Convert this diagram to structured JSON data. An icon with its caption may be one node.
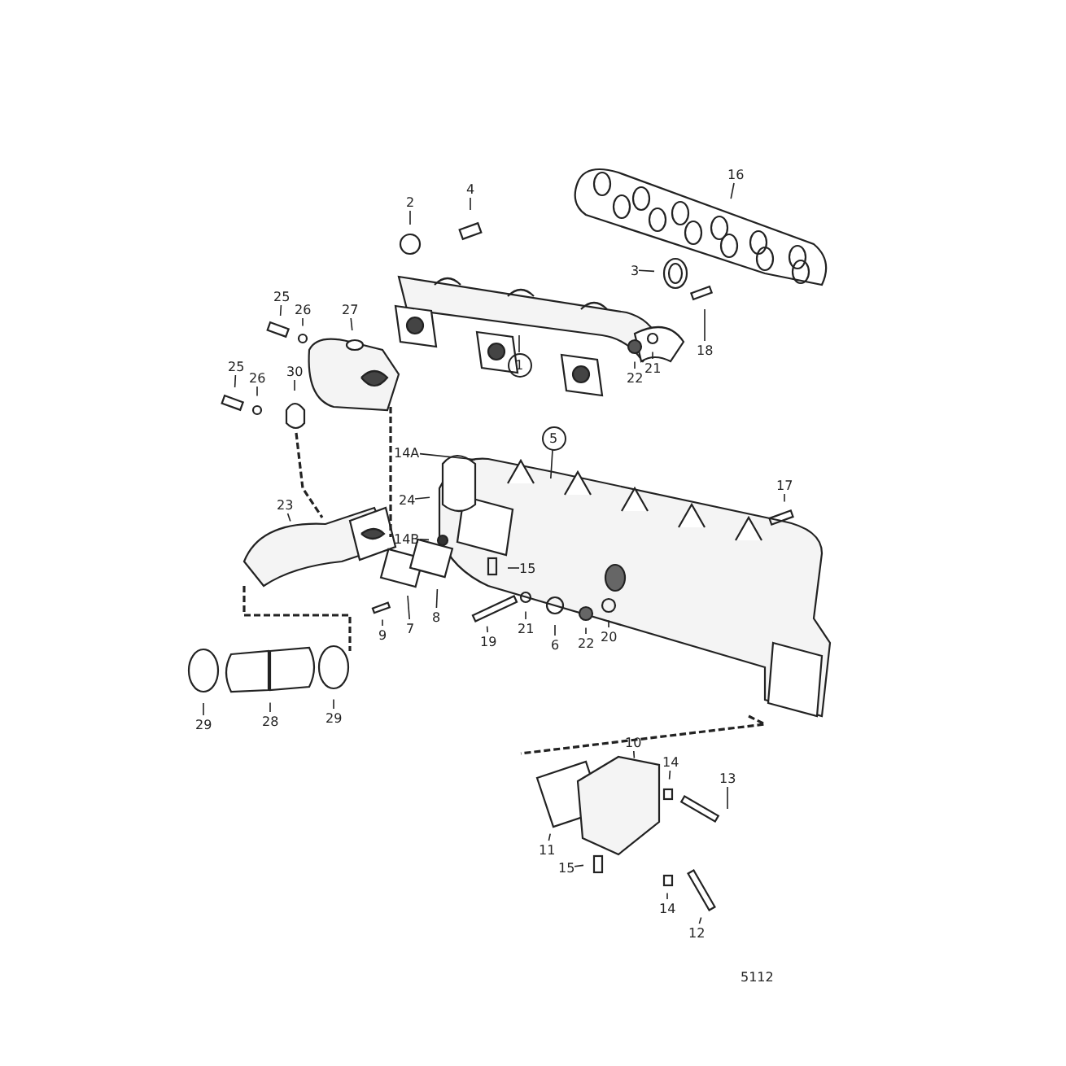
{
  "diagram": {
    "nodes": [
      {
        "text": [
          "2"
        ]
      },
      {
        "text": [
          "4"
        ]
      },
      {
        "text": [
          "16"
        ]
      },
      {
        "text": [
          "3"
        ]
      },
      {
        "text": [
          "1"
        ]
      },
      {
        "text": [
          "18"
        ]
      },
      {
        "text": [
          "22"
        ]
      },
      {
        "text": [
          "21"
        ]
      },
      {
        "text": [
          "25"
        ]
      },
      {
        "text": [
          "26"
        ]
      },
      {
        "text": [
          "27"
        ]
      },
      {
        "text": [
          "25"
        ]
      },
      {
        "text": [
          "26"
        ]
      },
      {
        "text": [
          "30"
        ]
      },
      {
        "text": [
          "14A"
        ]
      },
      {
        "text": [
          "5"
        ]
      },
      {
        "text": [
          "24"
        ]
      },
      {
        "text": [
          "23"
        ]
      },
      {
        "text": [
          "14B"
        ]
      },
      {
        "text": [
          "15"
        ]
      },
      {
        "text": [
          "17"
        ]
      },
      {
        "text": [
          "9"
        ]
      },
      {
        "text": [
          "7"
        ]
      },
      {
        "text": [
          "8"
        ]
      },
      {
        "text": [
          "19"
        ]
      },
      {
        "text": [
          "21"
        ]
      },
      {
        "text": [
          "6"
        ]
      },
      {
        "text": [
          "22"
        ]
      },
      {
        "text": [
          "20"
        ]
      },
      {
        "text": [
          "29"
        ]
      },
      {
        "text": [
          "28"
        ]
      },
      {
        "text": [
          "29"
        ]
      },
      {
        "text": [
          "10"
        ]
      },
      {
        "text": [
          "14"
        ]
      },
      {
        "text": [
          "13"
        ]
      },
      {
        "text": [
          "11"
        ]
      },
      {
        "text": [
          "15"
        ]
      },
      {
        "text": [
          "14"
        ]
      },
      {
        "text": [
          "12"
        ]
      }
    ],
    "edges": [
      {
        "from": 0,
        "to": null,
        "arrow": "none"
      },
      {
        "from": 1,
        "to": null,
        "arrow": "none"
      },
      {
        "from": 2,
        "to": null,
        "arrow": "none"
      },
      {
        "from": 3,
        "to": null,
        "arrow": "none"
      },
      {
        "from": 4,
        "to": null,
        "arrow": "none"
      },
      {
        "from": 5,
        "to": null,
        "arrow": "none"
      },
      {
        "from": 6,
        "to": null,
        "arrow": "none"
      },
      {
        "from": 7,
        "to": null,
        "arrow": "none"
      },
      {
        "from": 8,
        "to": null,
        "arrow": "none"
      },
      {
        "from": 9,
        "to": null,
        "arrow": "none"
      },
      {
        "from": 10,
        "to": null,
        "arrow": "none"
      },
      {
        "from": 11,
        "to": null,
        "arrow": "none"
      },
      {
        "from": 12,
        "to": null,
        "arrow": "none"
      },
      {
        "from": 13,
        "to": null,
        "arrow": "none"
      },
      {
        "from": 14,
        "to": null,
        "arrow": "none"
      },
      {
        "from": 15,
        "to": null,
        "arrow": "none"
      },
      {
        "from": 16,
        "to": null,
        "arrow": "none"
      },
      {
        "from": 17,
        "to": null,
        "arrow": "none"
      },
      {
        "from": 18,
        "to": null,
        "arrow": "none"
      },
      {
        "from": 19,
        "to": null,
        "arrow": "none"
      },
      {
        "from": 20,
        "to": null,
        "arrow": "none"
      },
      {
        "from": 21,
        "to": null,
        "arrow": "none"
      },
      {
        "from": 22,
        "to": null,
        "arrow": "none"
      },
      {
        "from": 23,
        "to": null,
        "arrow": "none"
      },
      {
        "from": 24,
        "to": null,
        "arrow": "none"
      },
      {
        "from": 25,
        "to": null,
        "arrow": "none"
      },
      {
        "from": 26,
        "to": null,
        "arrow": "none"
      },
      {
        "from": 27,
        "to": null,
        "arrow": "none"
      },
      {
        "from": 28,
        "to": null,
        "arrow": "none"
      },
      {
        "from": 29,
        "to": null,
        "arrow": "none"
      },
      {
        "from": 30,
        "to": null,
        "arrow": "none"
      },
      {
        "from": 31,
        "to": null,
        "arrow": "none"
      },
      {
        "from": 32,
        "to": null,
        "arrow": "none"
      },
      {
        "from": 33,
        "to": null,
        "arrow": "none"
      },
      {
        "from": 34,
        "to": null,
        "arrow": "none"
      },
      {
        "from": 35,
        "to": null,
        "arrow": "none"
      },
      {
        "from": 36,
        "to": null,
        "arrow": "none"
      },
      {
        "from": 37,
        "to": null,
        "arrow": "none"
      },
      {
        "from": 38,
        "to": null,
        "arrow": "none"
      }
    ],
    "labels": [
      "5112"
    ]
  }
}
